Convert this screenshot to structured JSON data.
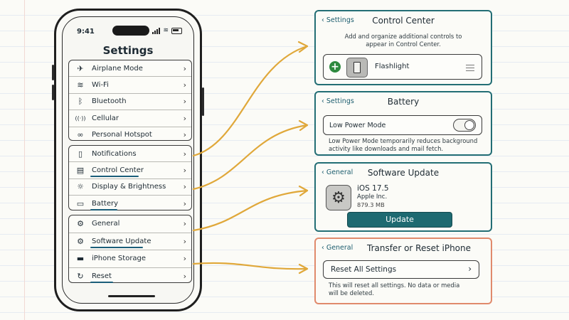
{
  "phone": {
    "status_time": "9:41",
    "title": "Settings",
    "group1": [
      {
        "icon": "airplane-icon",
        "glyph": "✈",
        "label": "Airplane Mode"
      },
      {
        "icon": "wifi-icon",
        "glyph": "≋",
        "label": "Wi-Fi"
      },
      {
        "icon": "bluetooth-icon",
        "glyph": "ᛒ",
        "label": "Bluetooth"
      },
      {
        "icon": "cellular-icon",
        "glyph": "((·))",
        "label": "Cellular"
      },
      {
        "icon": "hotspot-icon",
        "glyph": "∞",
        "label": "Personal Hotspot"
      }
    ],
    "group2": [
      {
        "icon": "bell-icon",
        "glyph": "▯",
        "label": "Notifications"
      },
      {
        "icon": "control-center-icon",
        "glyph": "▤",
        "label": "Control Center"
      },
      {
        "icon": "sun-icon",
        "glyph": "☼",
        "label": "Display & Brightness"
      },
      {
        "icon": "battery-icon",
        "glyph": "▭",
        "label": "Battery"
      }
    ],
    "group3": [
      {
        "icon": "gear-icon",
        "glyph": "⚙",
        "label": "General"
      },
      {
        "icon": "gear-icon",
        "glyph": "⚙",
        "label": "Software Update"
      },
      {
        "icon": "storage-icon",
        "glyph": "▬",
        "label": "iPhone Storage"
      },
      {
        "icon": "reset-icon",
        "glyph": "↻",
        "label": "Reset"
      }
    ]
  },
  "panels": {
    "control_center": {
      "back": "Settings",
      "title": "Control Center",
      "description": "Add and organize additional controls to appear in Control Center.",
      "item_label": "Flashlight"
    },
    "battery": {
      "back": "Settings",
      "title": "Battery",
      "toggle_label": "Low Power Mode",
      "toggle_on": false,
      "description": "Low Power Mode temporarily reduces background activity like downloads and mail fetch."
    },
    "software_update": {
      "back": "General",
      "title": "Software Update",
      "version": "iOS 17.5",
      "vendor": "Apple Inc.",
      "size": "879.3 MB",
      "button": "Update"
    },
    "reset": {
      "back": "General",
      "title": "Transfer or Reset iPhone",
      "option": "Reset All Settings",
      "description": "This will reset all settings. No data or media will be deleted."
    }
  },
  "colors": {
    "teal": "#236e75",
    "orange": "#e08a6c",
    "arrow": "#e0a83a",
    "underline": "#1b5e7a"
  }
}
